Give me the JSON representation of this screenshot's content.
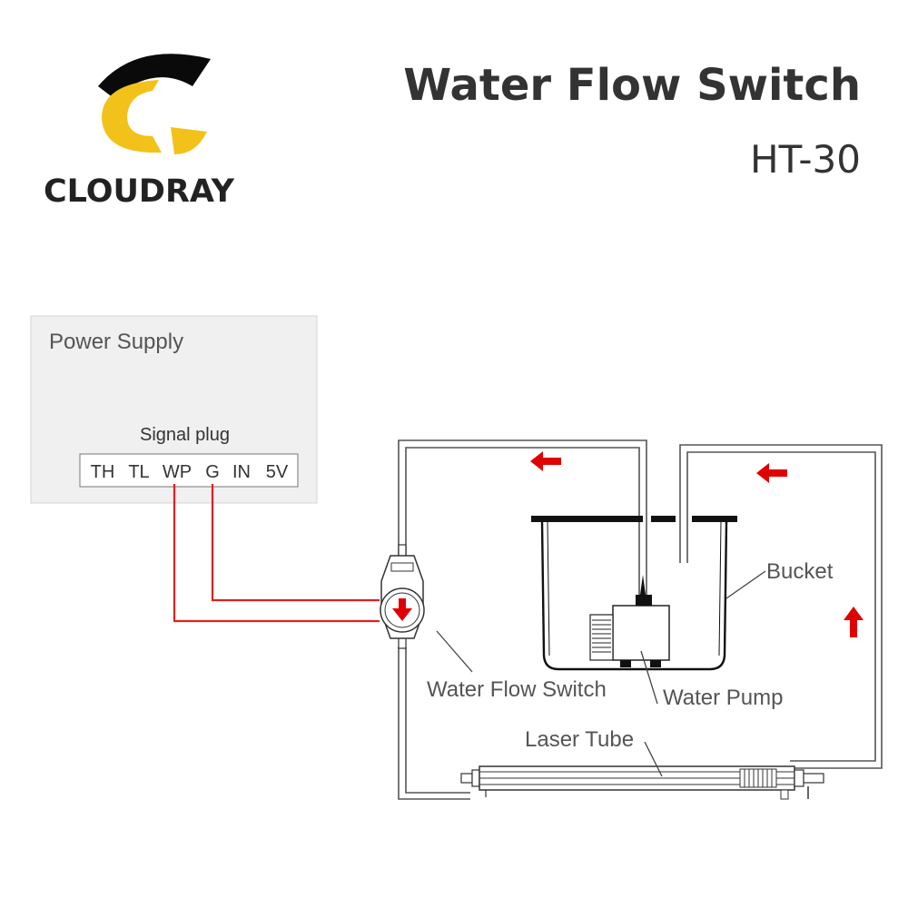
{
  "brand": {
    "name": "CLOUDRAY",
    "color_dark": "#0a0a0a",
    "color_gold": "#f2c21a"
  },
  "header": {
    "title": "Water Flow Switch",
    "model": "HT-30"
  },
  "power_supply": {
    "title": "Power Supply",
    "signal_label": "Signal plug",
    "pins": [
      "TH",
      "TL",
      "WP",
      "G",
      "IN",
      "5V"
    ]
  },
  "labels": {
    "bucket": "Bucket",
    "water_flow_switch": "Water Flow Switch",
    "water_pump": "Water Pump",
    "laser_tube": "Laser Tube"
  },
  "colors": {
    "wire": "#e02020",
    "arrow": "#e00000",
    "pipe": "#555555",
    "panel": "#f0f0f0"
  },
  "icons": {
    "flow_arrows": [
      "arrow-left-icon",
      "arrow-left-icon",
      "arrow-up-icon",
      "arrow-down-icon"
    ]
  }
}
